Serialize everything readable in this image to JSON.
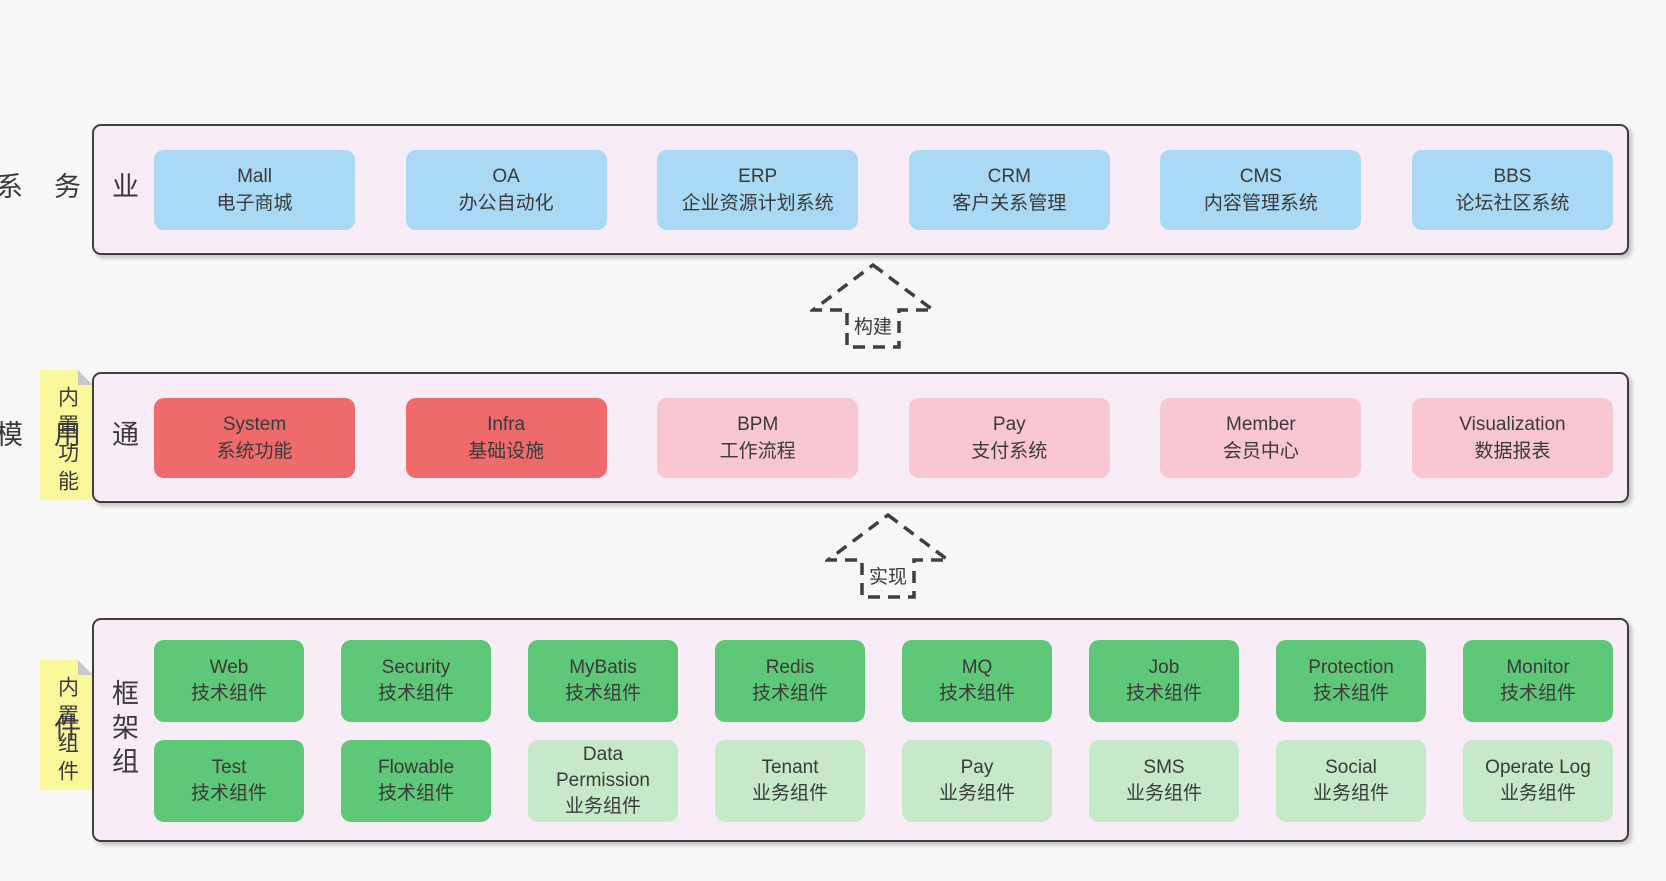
{
  "colors": {
    "page_bg": "#f8f8f8",
    "panel_bg": "#f8edf6",
    "panel_border": "#3f3f3f",
    "blue_box": "#a9d9f5",
    "red_box": "#ee6a6b",
    "pink_box": "#f9c7d1",
    "green_box": "#5fc878",
    "light_green_box": "#c6e9c9",
    "sticky_bg": "#f9f99c",
    "sticky_fold": "#c9c9c9",
    "text": "#3a3a3a"
  },
  "layers": {
    "business": {
      "label": "业务系统",
      "boxes": [
        {
          "title": "Mall",
          "subtitle": "电子商城"
        },
        {
          "title": "OA",
          "subtitle": "办公自动化"
        },
        {
          "title": "ERP",
          "subtitle": "企业资源计划系统"
        },
        {
          "title": "CRM",
          "subtitle": "客户关系管理"
        },
        {
          "title": "CMS",
          "subtitle": "内容管理系统"
        },
        {
          "title": "BBS",
          "subtitle": "论坛社区系统"
        }
      ]
    },
    "modules": {
      "label": "通用模块",
      "sticky": "内置功能",
      "boxes": [
        {
          "title": "System",
          "subtitle": "系统功能"
        },
        {
          "title": "Infra",
          "subtitle": "基础设施"
        },
        {
          "title": "BPM",
          "subtitle": "工作流程"
        },
        {
          "title": "Pay",
          "subtitle": "支付系统"
        },
        {
          "title": "Member",
          "subtitle": "会员中心"
        },
        {
          "title": "Visualization",
          "subtitle": "数据报表"
        }
      ]
    },
    "components": {
      "label": "框架组件",
      "sticky": "内置组件",
      "row1": [
        {
          "title": "Web",
          "subtitle": "技术组件"
        },
        {
          "title": "Security",
          "subtitle": "技术组件"
        },
        {
          "title": "MyBatis",
          "subtitle": "技术组件"
        },
        {
          "title": "Redis",
          "subtitle": "技术组件"
        },
        {
          "title": "MQ",
          "subtitle": "技术组件"
        },
        {
          "title": "Job",
          "subtitle": "技术组件"
        },
        {
          "title": "Protection",
          "subtitle": "技术组件"
        },
        {
          "title": "Monitor",
          "subtitle": "技术组件"
        }
      ],
      "row2": [
        {
          "title": "Test",
          "subtitle": "技术组件"
        },
        {
          "title": "Flowable",
          "subtitle": "技术组件"
        },
        {
          "title": "Data Permission",
          "subtitle": "业务组件"
        },
        {
          "title": "Tenant",
          "subtitle": "业务组件"
        },
        {
          "title": "Pay",
          "subtitle": "业务组件"
        },
        {
          "title": "SMS",
          "subtitle": "业务组件"
        },
        {
          "title": "Social",
          "subtitle": "业务组件"
        },
        {
          "title": "Operate Log",
          "subtitle": "业务组件"
        }
      ]
    }
  },
  "arrows": {
    "build": {
      "label": "构建"
    },
    "implement": {
      "label": "实现"
    }
  }
}
